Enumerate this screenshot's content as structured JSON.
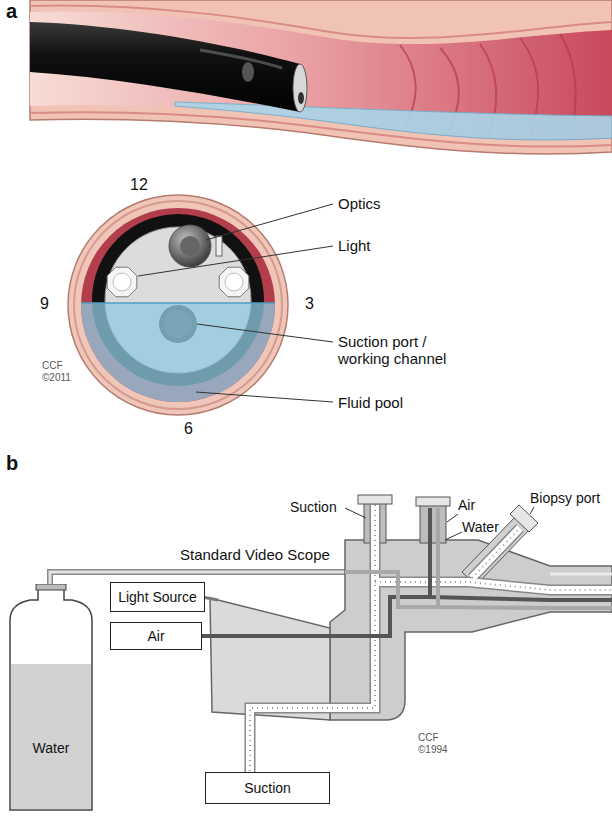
{
  "diagram": {
    "nodes": [
      {
        "text": [
          "Water"
        ]
      },
      {
        "text": [
          "Light Source"
        ]
      },
      {
        "text": [
          "Air"
        ]
      },
      {
        "text": [
          "Suction"
        ]
      }
    ],
    "labels": [
      "a",
      "12",
      "9",
      "3",
      "6",
      "Optics",
      "Light",
      "Suction port / working channel",
      "Fluid pool",
      "CCF ©2011",
      "b",
      "Suction",
      "Air",
      "Water",
      "Biopsy port",
      "Standard Video Scope",
      "CCF ©1994"
    ]
  }
}
